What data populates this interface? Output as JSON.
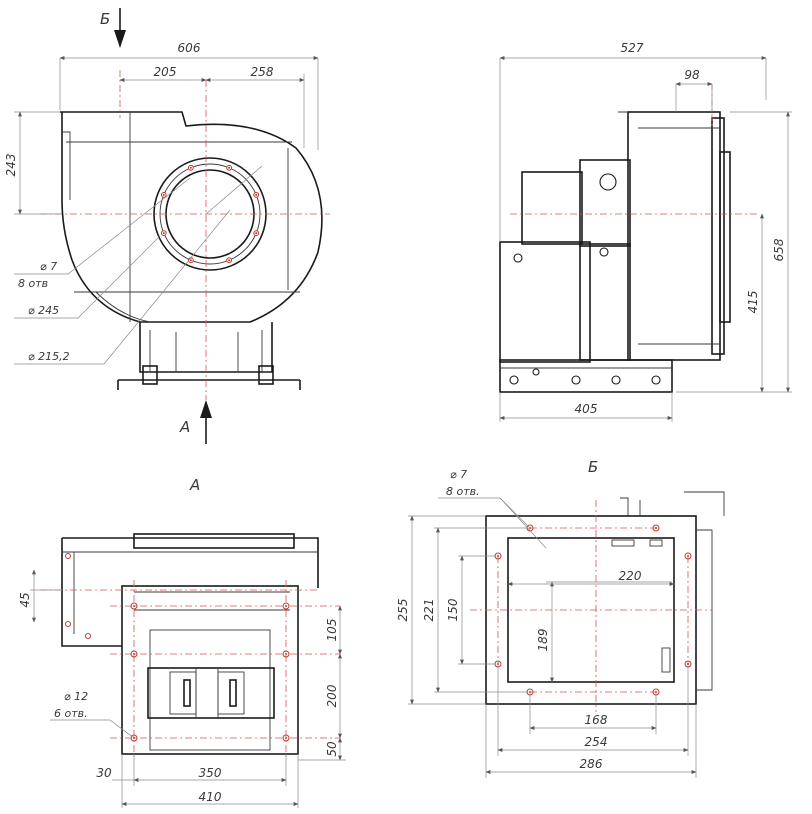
{
  "views": {
    "front": {
      "dims": {
        "width_total": "606",
        "left": "205",
        "right": "258",
        "height": "243"
      },
      "callouts": {
        "holes_dia": "⌀ 7",
        "holes_count": "8 отв",
        "bolt_circle": "⌀ 245",
        "inlet": "⌀ 215,2"
      },
      "markers": {
        "top": "Б",
        "bottom": "А"
      }
    },
    "side": {
      "dims": {
        "width_total": "527",
        "offset": "98",
        "height_total": "658",
        "axis_height": "415",
        "base": "405"
      }
    },
    "view_a": {
      "title": "А",
      "dims": {
        "offset_45": "45",
        "d105": "105",
        "d200": "200",
        "d50": "50",
        "d30": "30",
        "d350": "350",
        "d410": "410"
      },
      "callouts": {
        "holes_dia": "⌀ 12",
        "holes_count": "6 отв."
      }
    },
    "view_b": {
      "title": "Б",
      "dims": {
        "d255": "255",
        "d221": "221",
        "d150": "150",
        "d189": "189",
        "d220": "220",
        "d168": "168",
        "d254": "254",
        "d286": "286"
      },
      "callouts": {
        "holes_dia": "⌀ 7",
        "holes_count": "8 отв."
      }
    }
  }
}
